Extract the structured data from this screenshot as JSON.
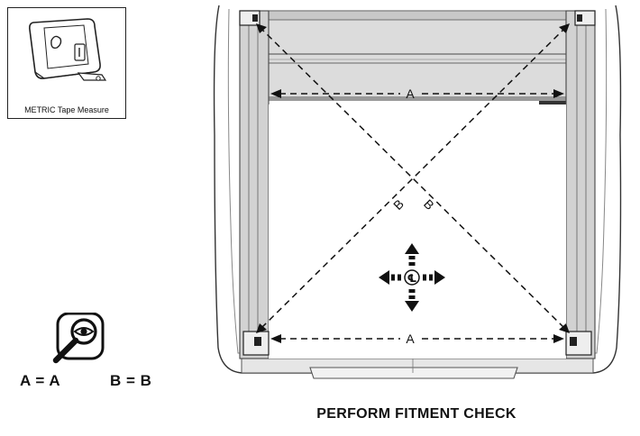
{
  "tool": {
    "caption": "METRIC Tape Measure",
    "icon": "tape-measure-icon"
  },
  "inspect": {
    "icon": "magnifier-eye-icon",
    "equation_a": "A = A",
    "equation_b": "B = B"
  },
  "diagram": {
    "label_a_top": "A",
    "label_a_bottom": "A",
    "label_b_left": "B",
    "label_b_right": "B",
    "center_mark": "℄",
    "center_icon": "move-cross-arrows-icon"
  },
  "footer": {
    "title": "PERFORM FITMENT CHECK"
  }
}
